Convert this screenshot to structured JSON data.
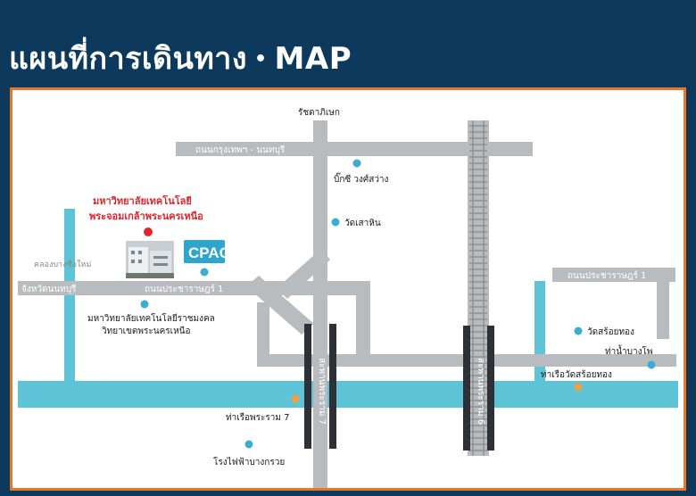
{
  "header": {
    "title_th": "แผนที่การเดินทาง",
    "separator": "•",
    "title_en": "MAP"
  },
  "colors": {
    "background": "#0d3a5c",
    "frame_border": "#e8772a",
    "road": "#b9bcbf",
    "water": "#5cc4d6",
    "poi_dot": "#3aaed0",
    "pier_dot": "#f0a040",
    "university_dot": "#e0242b",
    "cpac_badge": "#2ea5cf"
  },
  "map": {
    "top_label": "รัชดาภิเษก",
    "roads": {
      "krungthep_nonthaburi": "ถนนกรุงเทพฯ - นนทบุรี",
      "pracharat1_left": "ถนนประชาราษฎร์ 1",
      "pracharat1_right": "ถนนประชาราษฎร์ 1",
      "nonthaburi_province": "จังหวัดนนทบุรี",
      "canal": "คลองบางซื่อใหม่"
    },
    "bridges": {
      "rama7": "สะพานพระราม 7",
      "rama6": "สะพานพระราม 6"
    },
    "university": {
      "line1": "มหาวิทยาลัยเทคโนโลยี",
      "line2": "พระจอมเกล้าพระนครเหนือ"
    },
    "cpac_logo": "CPAC",
    "pois": {
      "big_c": "บิ๊กซี วงศ์สว่าง",
      "wat_sao_hin": "วัดเสาหิน",
      "rmutk_line1": "มหาวิทยาลัยเทคโนโลยีราชมงคล",
      "rmutk_line2": "วิทยาเขตพระนครเหนือ",
      "wat_soi_thong": "วัดสร้อยทอง",
      "tha_nam_bang_pho": "ท่าน้ำบางโพ",
      "pier_wat_soi_thong": "ท่าเรือวัดสร้อยทอง",
      "pier_rama7": "ท่าเรือพระราม 7",
      "power_plant": "โรงไฟฟ้าบางกรวย"
    }
  }
}
